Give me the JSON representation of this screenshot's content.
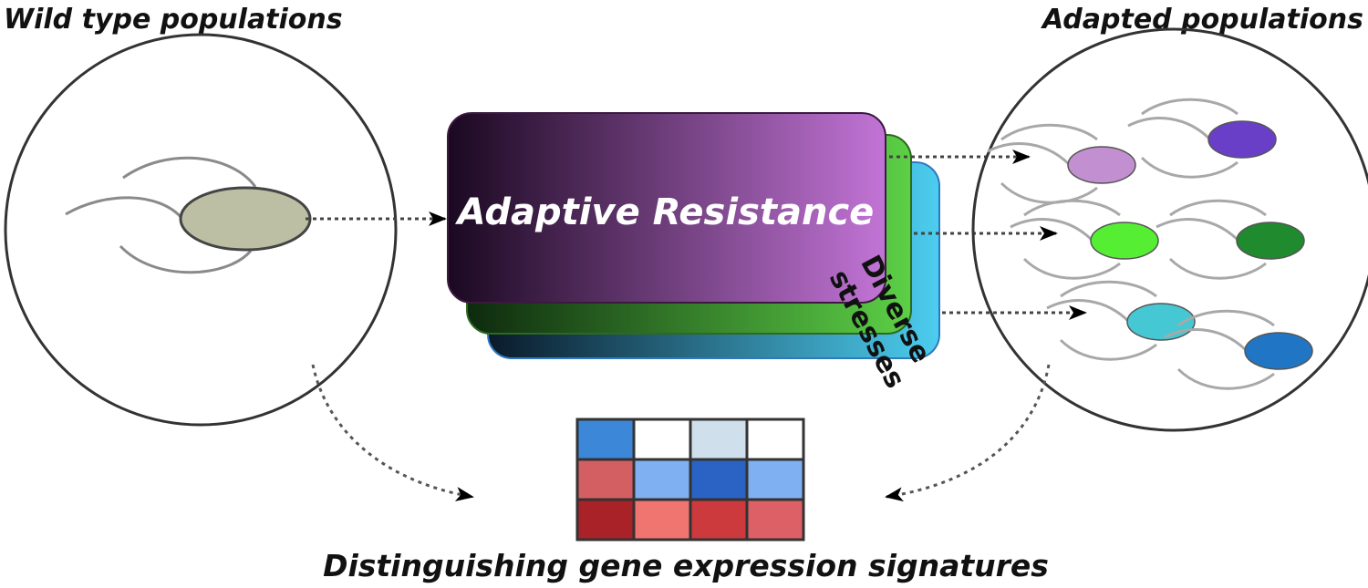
{
  "titles": {
    "wild_type": "Wild type populations",
    "adapted": "Adapted populations",
    "caption": "Distinguishing gene expression signatures"
  },
  "stack": {
    "label": "Adaptive Resistance",
    "stress_label_line1": "Diverse",
    "stress_label_line2": "stresses",
    "layers": [
      {
        "name": "purple",
        "gradient_start": "#1a0820",
        "gradient_end": "#c274d6"
      },
      {
        "name": "green",
        "gradient_start": "#0e2a0e",
        "gradient_end": "#5cd046"
      },
      {
        "name": "cyan",
        "gradient_start": "#0a1a2a",
        "gradient_end": "#4ccdf0"
      }
    ]
  },
  "wild_type_cell": {
    "color": "#bcbfa4",
    "outline": "#444444"
  },
  "adapted_cells": [
    {
      "name": "light-purple",
      "color": "#c28fd0"
    },
    {
      "name": "dark-purple",
      "color": "#6a3fc8"
    },
    {
      "name": "bright-green",
      "color": "#55ee33"
    },
    {
      "name": "dark-green",
      "color": "#1f8a2e"
    },
    {
      "name": "cyan",
      "color": "#46c8d4"
    },
    {
      "name": "blue",
      "color": "#2076c4"
    }
  ],
  "heatmap": {
    "rows": [
      [
        "#3d87d8",
        "#ffffff",
        "#cfdfec",
        "#ffffff"
      ],
      [
        "#d45f63",
        "#7fb1f2",
        "#2a63c4",
        "#7fb1f2"
      ],
      [
        "#a92228",
        "#f07570",
        "#cc3a3e",
        "#dc6065"
      ]
    ]
  }
}
